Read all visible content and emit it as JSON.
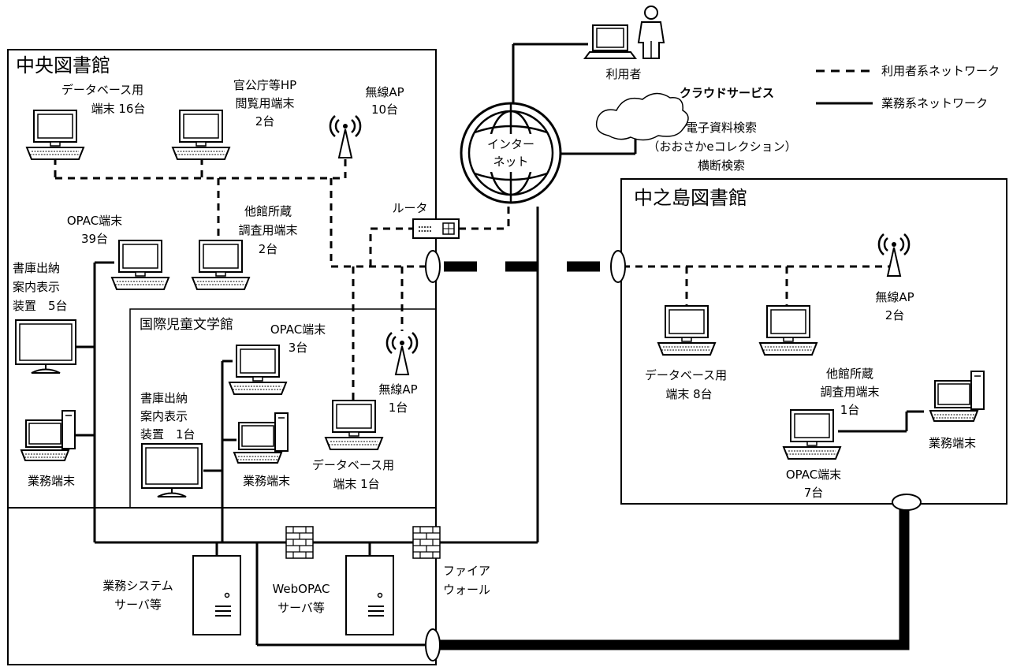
{
  "buildings": {
    "central": "中央図書館",
    "kids": "国際児童文学館",
    "nakanoshima": "中之島図書館"
  },
  "legend": {
    "user_network": "利用者系ネットワーク",
    "business_network": "業務系ネットワーク"
  },
  "top": {
    "user": "利用者",
    "cloud_title": "クラウドサービス",
    "cloud_desc": [
      "電子資料検索",
      "（おおさかeコレクション）",
      "横断検索"
    ],
    "internet": [
      "インター",
      "ネット"
    ],
    "router": "ルータ"
  },
  "central": {
    "db_terminal": [
      "データベース用",
      "端末 16台"
    ],
    "gov_terminal": [
      "官公庁等HP",
      "閲覧用端末",
      "2台"
    ],
    "wireless": [
      "無線AP",
      "10台"
    ],
    "opac": [
      "OPAC端末",
      "39台"
    ],
    "other_lib": [
      "他館所蔵",
      "調査用端末",
      "2台"
    ],
    "stack_display": [
      "書庫出納",
      "案内表示",
      "装置　5台"
    ],
    "business": "業務端末"
  },
  "kids": {
    "opac": [
      "OPAC端末",
      "3台"
    ],
    "wireless": [
      "無線AP",
      "1台"
    ],
    "stack_display": [
      "書庫出納",
      "案内表示",
      "装置　1台"
    ],
    "business": "業務端末",
    "db_terminal": [
      "データベース用",
      "端末 1台"
    ]
  },
  "servers": {
    "business": [
      "業務システム",
      "サーバ等"
    ],
    "webopac": [
      "WebOPAC",
      "サーバ等"
    ],
    "firewall": [
      "ファイア",
      "ウォール"
    ]
  },
  "nakanoshima": {
    "wireless": [
      "無線AP",
      "2台"
    ],
    "db_terminal": [
      "データベース用",
      "端末 8台"
    ],
    "other_lib": [
      "他館所蔵",
      "調査用端末",
      "1台"
    ],
    "opac": [
      "OPAC端末",
      "7台"
    ],
    "business": "業務端末"
  }
}
